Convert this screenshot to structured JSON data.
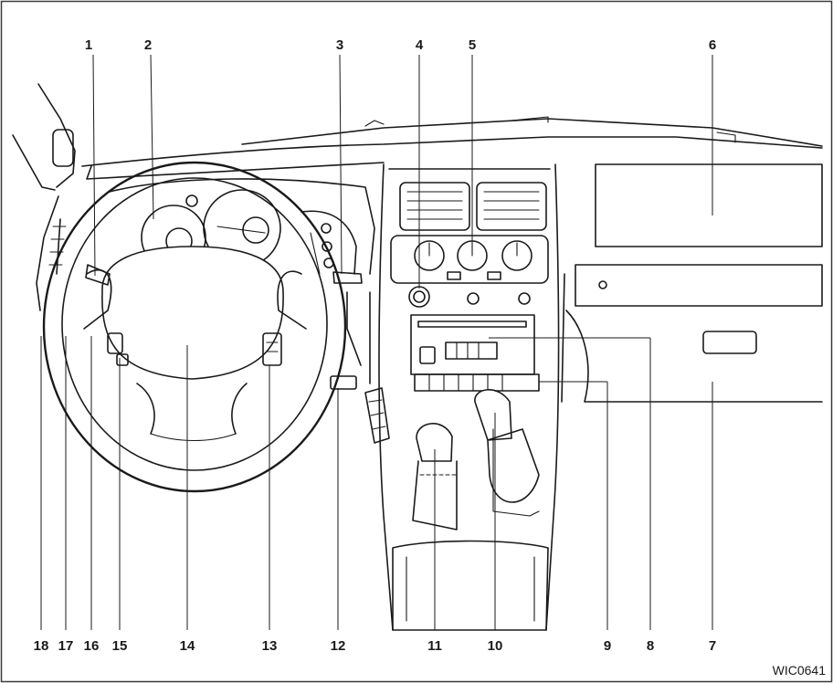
{
  "figure": {
    "code": "WIC0641",
    "frame_color": "#3a3a3a",
    "ink_color": "#1a1a1a",
    "background": "#ffffff"
  },
  "callouts": [
    {
      "id": "c1",
      "label": "1"
    },
    {
      "id": "c2",
      "label": "2"
    },
    {
      "id": "c3",
      "label": "3"
    },
    {
      "id": "c4",
      "label": "4"
    },
    {
      "id": "c5",
      "label": "5"
    },
    {
      "id": "c6",
      "label": "6"
    },
    {
      "id": "c7",
      "label": "7"
    },
    {
      "id": "c8",
      "label": "8"
    },
    {
      "id": "c9",
      "label": "9"
    },
    {
      "id": "c10",
      "label": "10"
    },
    {
      "id": "c11",
      "label": "11"
    },
    {
      "id": "c12",
      "label": "12"
    },
    {
      "id": "c13",
      "label": "13"
    },
    {
      "id": "c14",
      "label": "14"
    },
    {
      "id": "c15",
      "label": "15"
    },
    {
      "id": "c16",
      "label": "16"
    },
    {
      "id": "c17",
      "label": "17"
    },
    {
      "id": "c18",
      "label": "18"
    }
  ]
}
